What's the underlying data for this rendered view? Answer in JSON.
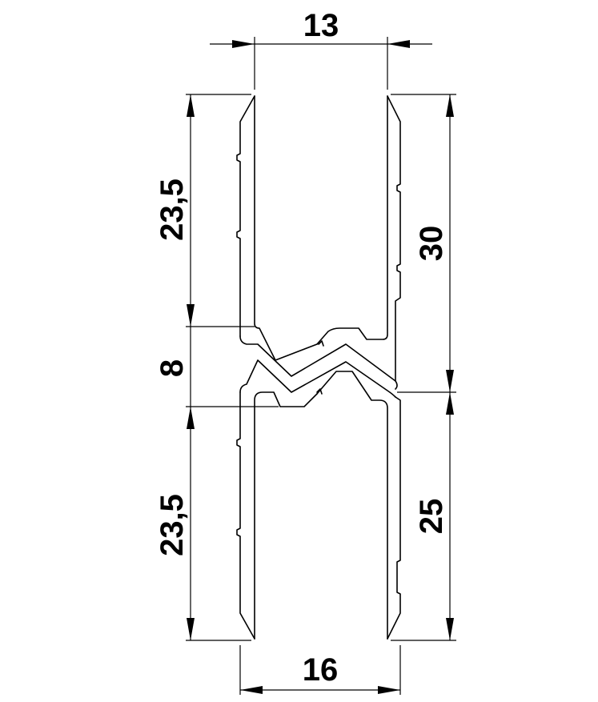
{
  "dimensions": {
    "top_width": "13",
    "bottom_width": "16",
    "left_upper": "23,5",
    "left_middle": "8",
    "left_lower": "23,5",
    "right_upper": "30",
    "right_lower": "25"
  }
}
